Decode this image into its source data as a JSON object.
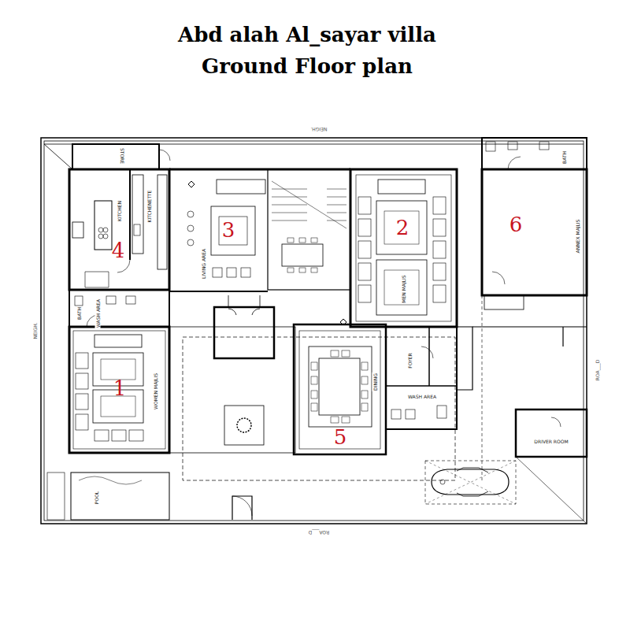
{
  "diagram": {
    "title": "Abd alah Al_sayar villa Ground Floor plan",
    "labels": [
      "NEIGH.",
      "NEIGH.",
      "ROA___D",
      "ROA___D",
      "STORE",
      "KITCHEN",
      "KITCHENETTE",
      "LIVING AREA",
      "MEN MAJLIS",
      "ANNEX MAJLIS",
      "BATH",
      "BATH",
      "WASH AREA",
      "WOMEN MAJLIS",
      "DINING",
      "FOYER",
      "WASH AREA",
      "DRIVER ROOM",
      "POOL",
      "1",
      "2",
      "3",
      "4",
      "5",
      "6"
    ]
  }
}
